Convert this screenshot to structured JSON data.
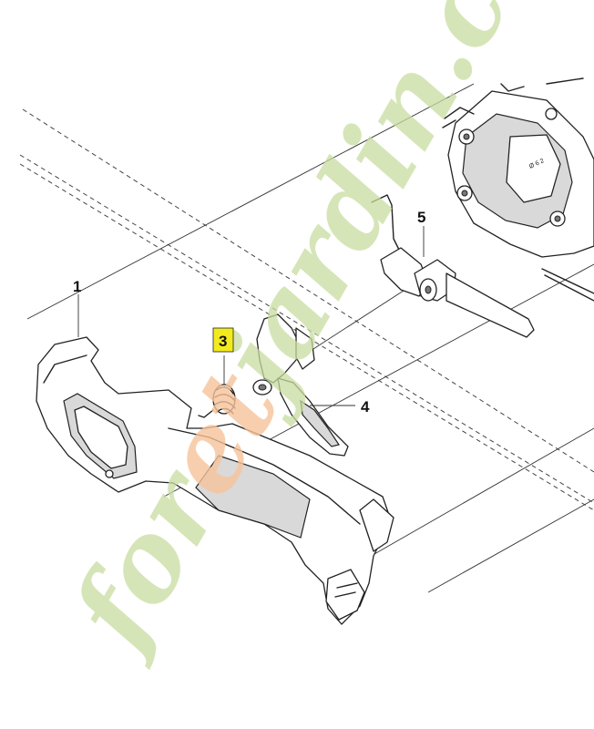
{
  "diagram": {
    "callouts": [
      {
        "id": "1",
        "label": "1",
        "highlighted": false
      },
      {
        "id": "3",
        "label": "3",
        "highlighted": true
      },
      {
        "id": "4",
        "label": "4",
        "highlighted": false
      },
      {
        "id": "5",
        "label": "5",
        "highlighted": false
      }
    ],
    "highlight_color": "#f2ea1f",
    "watermark": {
      "parts": [
        {
          "text": "for",
          "color": "#c8dca0"
        },
        {
          "text": "et",
          "color": "#f6c39a"
        },
        {
          "text": "jardin.com",
          "color": "#c8dca0"
        }
      ]
    }
  }
}
